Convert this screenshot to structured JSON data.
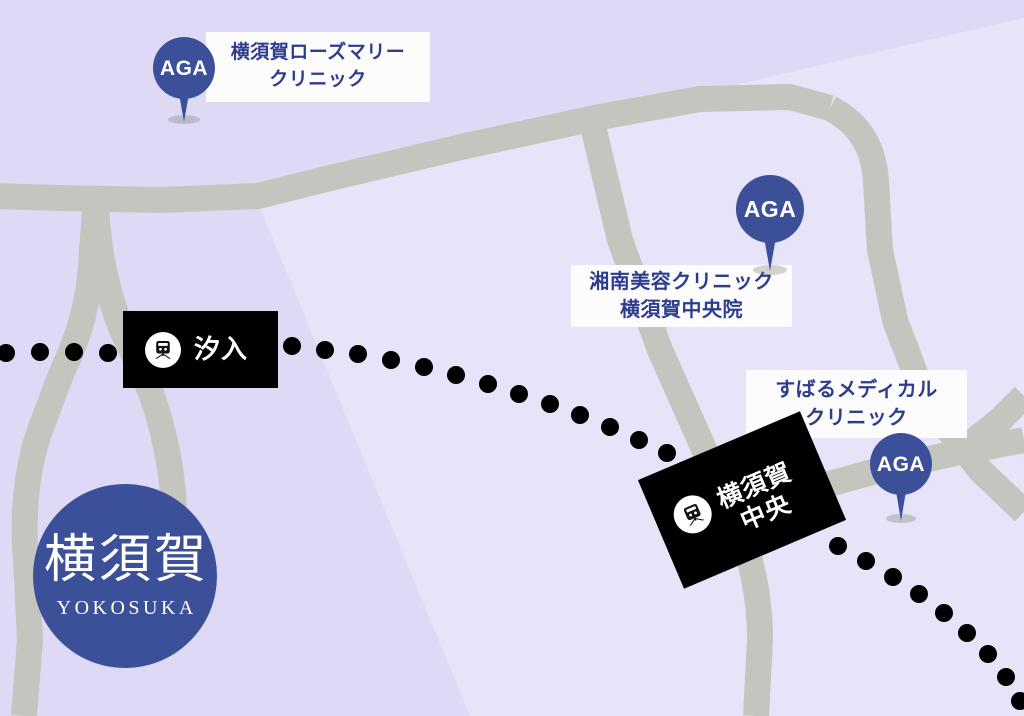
{
  "map": {
    "region_badge": {
      "kanji": "横須賀",
      "romaji": "YOKOSUKA"
    },
    "colors": {
      "background": "#ded9f5",
      "background_light": "#e7e3f8",
      "road": "#c5c5c0",
      "rail_dot": "#000000",
      "brand_navy": "#3b5099",
      "label_text": "#2c3d8d",
      "station_plate": "#000000",
      "clinic_box": "#fdfcfd"
    },
    "pins": [
      {
        "id": "yokosuka-rosemary-clinic",
        "badge": "AGA",
        "label_line1": "横須賀ローズマリー",
        "label_line2": "クリニック"
      },
      {
        "id": "shonan-beauty-clinic-yokosuka-chuo",
        "badge": "AGA",
        "label_line1": "湘南美容クリニック",
        "label_line2": "横須賀中央院"
      },
      {
        "id": "subaru-medical-clinic",
        "badge": "AGA",
        "label_line1": "すばるメディカル",
        "label_line2": "クリニック"
      }
    ],
    "stations": [
      {
        "id": "shioiri",
        "name_line1": "汐入",
        "name_line2": "",
        "icon": "train-icon"
      },
      {
        "id": "yokosuka-chuo",
        "name_line1": "横須賀",
        "name_line2": "中央",
        "icon": "train-icon"
      }
    ]
  }
}
